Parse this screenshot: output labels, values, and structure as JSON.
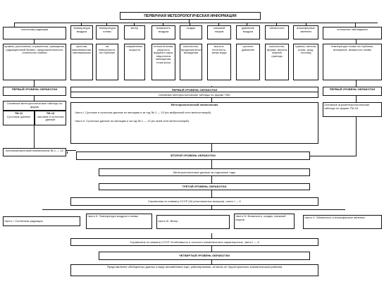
{
  "top": "ПЕРВИЧНАЯ МЕТЕОРОЛОГИЧЕСКАЯ ИНФОРМАЦИЯ",
  "params": [
    "солнечная радиация",
    "температура воздуха",
    "температура почвы",
    "ветер",
    "влажность воздуха",
    "осадки",
    "снежный покров",
    "давление воздуха",
    "облачность",
    "атмосферные явления",
    "сплошные наблюдения"
  ],
  "details": [
    "прямая, рассеянная, отраженная, суммарная, радиационный баланс, продолжительность солнечного сияния",
    "срочная, максимальная, минимальная",
    "на поверхности, на глубинах",
    "направление, скорость",
    "относительная, упругость водяного пара, недостаток насыщения, точка росы",
    "количество, продолжительность выпадения",
    "высота, плотность, запас воды",
    "срочное давление",
    "количество, форма, высота нижней границы",
    "туманы, метели, грозы, град, гололед",
    "температура почвы на глубинах, испарение, влажность почвы"
  ],
  "level1_left": "ПЕРВЫЙ УРОВЕНЬ ОБРАБОТКИ",
  "level1_center": "ПЕРВЫЙ УРОВЕНЬ ОБРАБОТКИ",
  "level1_right": "ПЕРВЫЙ УРОВЕНЬ ОБРАБОТКИ",
  "left_tables_title": "Основные метеорологические таблицы по форме",
  "tm12": "ТМ-12",
  "tm13": "ТМ-13",
  "left_sutochnye": "Суточные данные",
  "left_chasovye": "Часовые и суточные данные",
  "center_tables": "Основные метеорологические таблицы по форме ТМС",
  "monthly_title": "Метеорологический ежемесячник",
  "monthly_part1": "Часть I. Срочные и суточные данные по месяцам и за год  № 1 — 13  (по выбранной сети метеостанций)",
  "monthly_part2": "Часть II. Суточные данные по месяцам и за год  № 1 — 13  (по всей сети метеостанций)",
  "right_tables": "Основные агрометеорологические таблицы по форме ТМ-18",
  "aktinometric": "Актинометрический ежемесячник № 1 — 12",
  "level2": "ВТОРОЙ УРОВЕНЬ ОБРАБОТКИ",
  "level2_box": "Метеорологические данные за отдельные годы",
  "level3": "ТРЕТИЙ УРОВЕНЬ ОБРАБОТКИ",
  "level3_box": "Справочник по климату СССР (34 региональных выпуска), части I — V",
  "parts": [
    "Часть I. Солнечная радиация",
    "Часть II. Температура воздуха и почвы",
    "Часть III. Ветер",
    "Часть IV. Влажность, осадки, снежный покров",
    "Часть V. Облачность и атмосферные явления"
  ],
  "reference2": "Справочник по климату СССР. Устойчивость и точность климатических характеристик, части I — II",
  "level4": "ЧЕТВЕРТЫЙ УРОВЕНЬ ОБРАБОТКИ",
  "level4_box": "Представление обобщенных данных в виде ансамблевых карт, районирования, атласов по территориально-климатическим районам"
}
